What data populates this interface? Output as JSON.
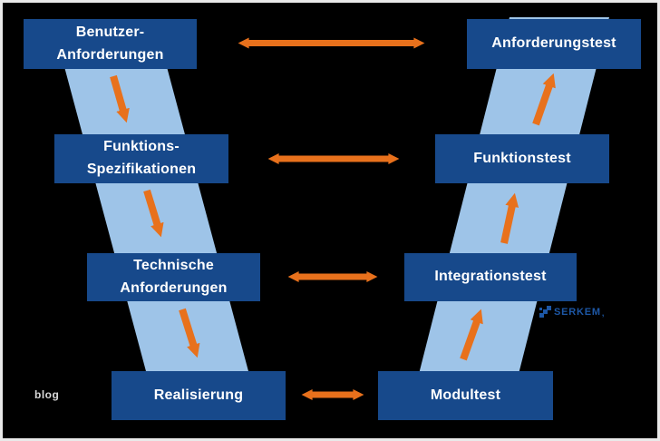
{
  "colors": {
    "background": "#000000",
    "frame": "#e9e9e9",
    "box_blue": "#17498b",
    "band_blue": "#9ec4e8",
    "arrow_orange": "#e8711c",
    "logo_blue": "#1d57a5",
    "watermark_gray": "#d9d9d9",
    "box_text": "#ffffff"
  },
  "diagram": {
    "type": "v-model",
    "left_phases": [
      {
        "label": "Benutzer-\nAnforderungen"
      },
      {
        "label": "Funktions-\nSpezifikationen"
      },
      {
        "label": "Technische\nAnforderungen"
      },
      {
        "label": "Realisierung"
      }
    ],
    "right_phases": [
      {
        "label": "Anforderungstest"
      },
      {
        "label": "Funktionstest"
      },
      {
        "label": "Integrationstest"
      },
      {
        "label": "Modultest"
      }
    ],
    "connections": {
      "horizontal": [
        [
          "Benutzer-Anforderungen",
          "Anforderungstest"
        ],
        [
          "Funktions-Spezifikationen",
          "Funktionstest"
        ],
        [
          "Technische Anforderungen",
          "Integrationstest"
        ],
        [
          "Realisierung",
          "Modultest"
        ]
      ],
      "left_flow": "top-down",
      "right_flow": "bottom-up"
    }
  },
  "logo": {
    "icon": "serkem-mark-icon",
    "text": "SERKEM",
    "mark": ","
  },
  "watermark": "blog"
}
